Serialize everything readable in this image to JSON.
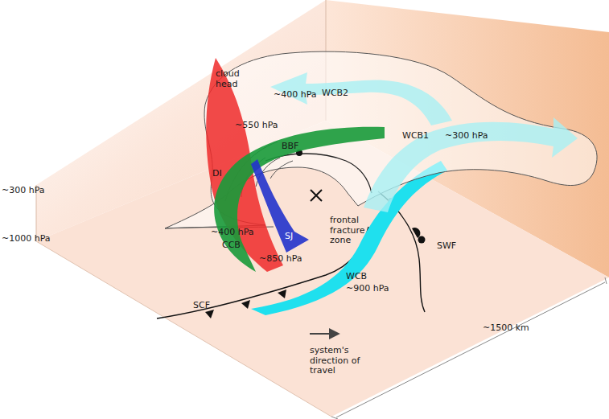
{
  "diagram": {
    "labels": [
      "~300 hPa",
      "~1000 hPa",
      "cloud head",
      "~400 hPa",
      "WCB2",
      "~550 hPa",
      "WCB1",
      "~300 hPa",
      "DI",
      "BBF",
      "~400 hPa",
      "CCB",
      "SJ",
      "frontal fracture zone",
      "~850 hPa",
      "WCB",
      "~900 hPa",
      "SWF",
      "SCF",
      "system's direction of travel",
      "~1500 km"
    ]
  }
}
